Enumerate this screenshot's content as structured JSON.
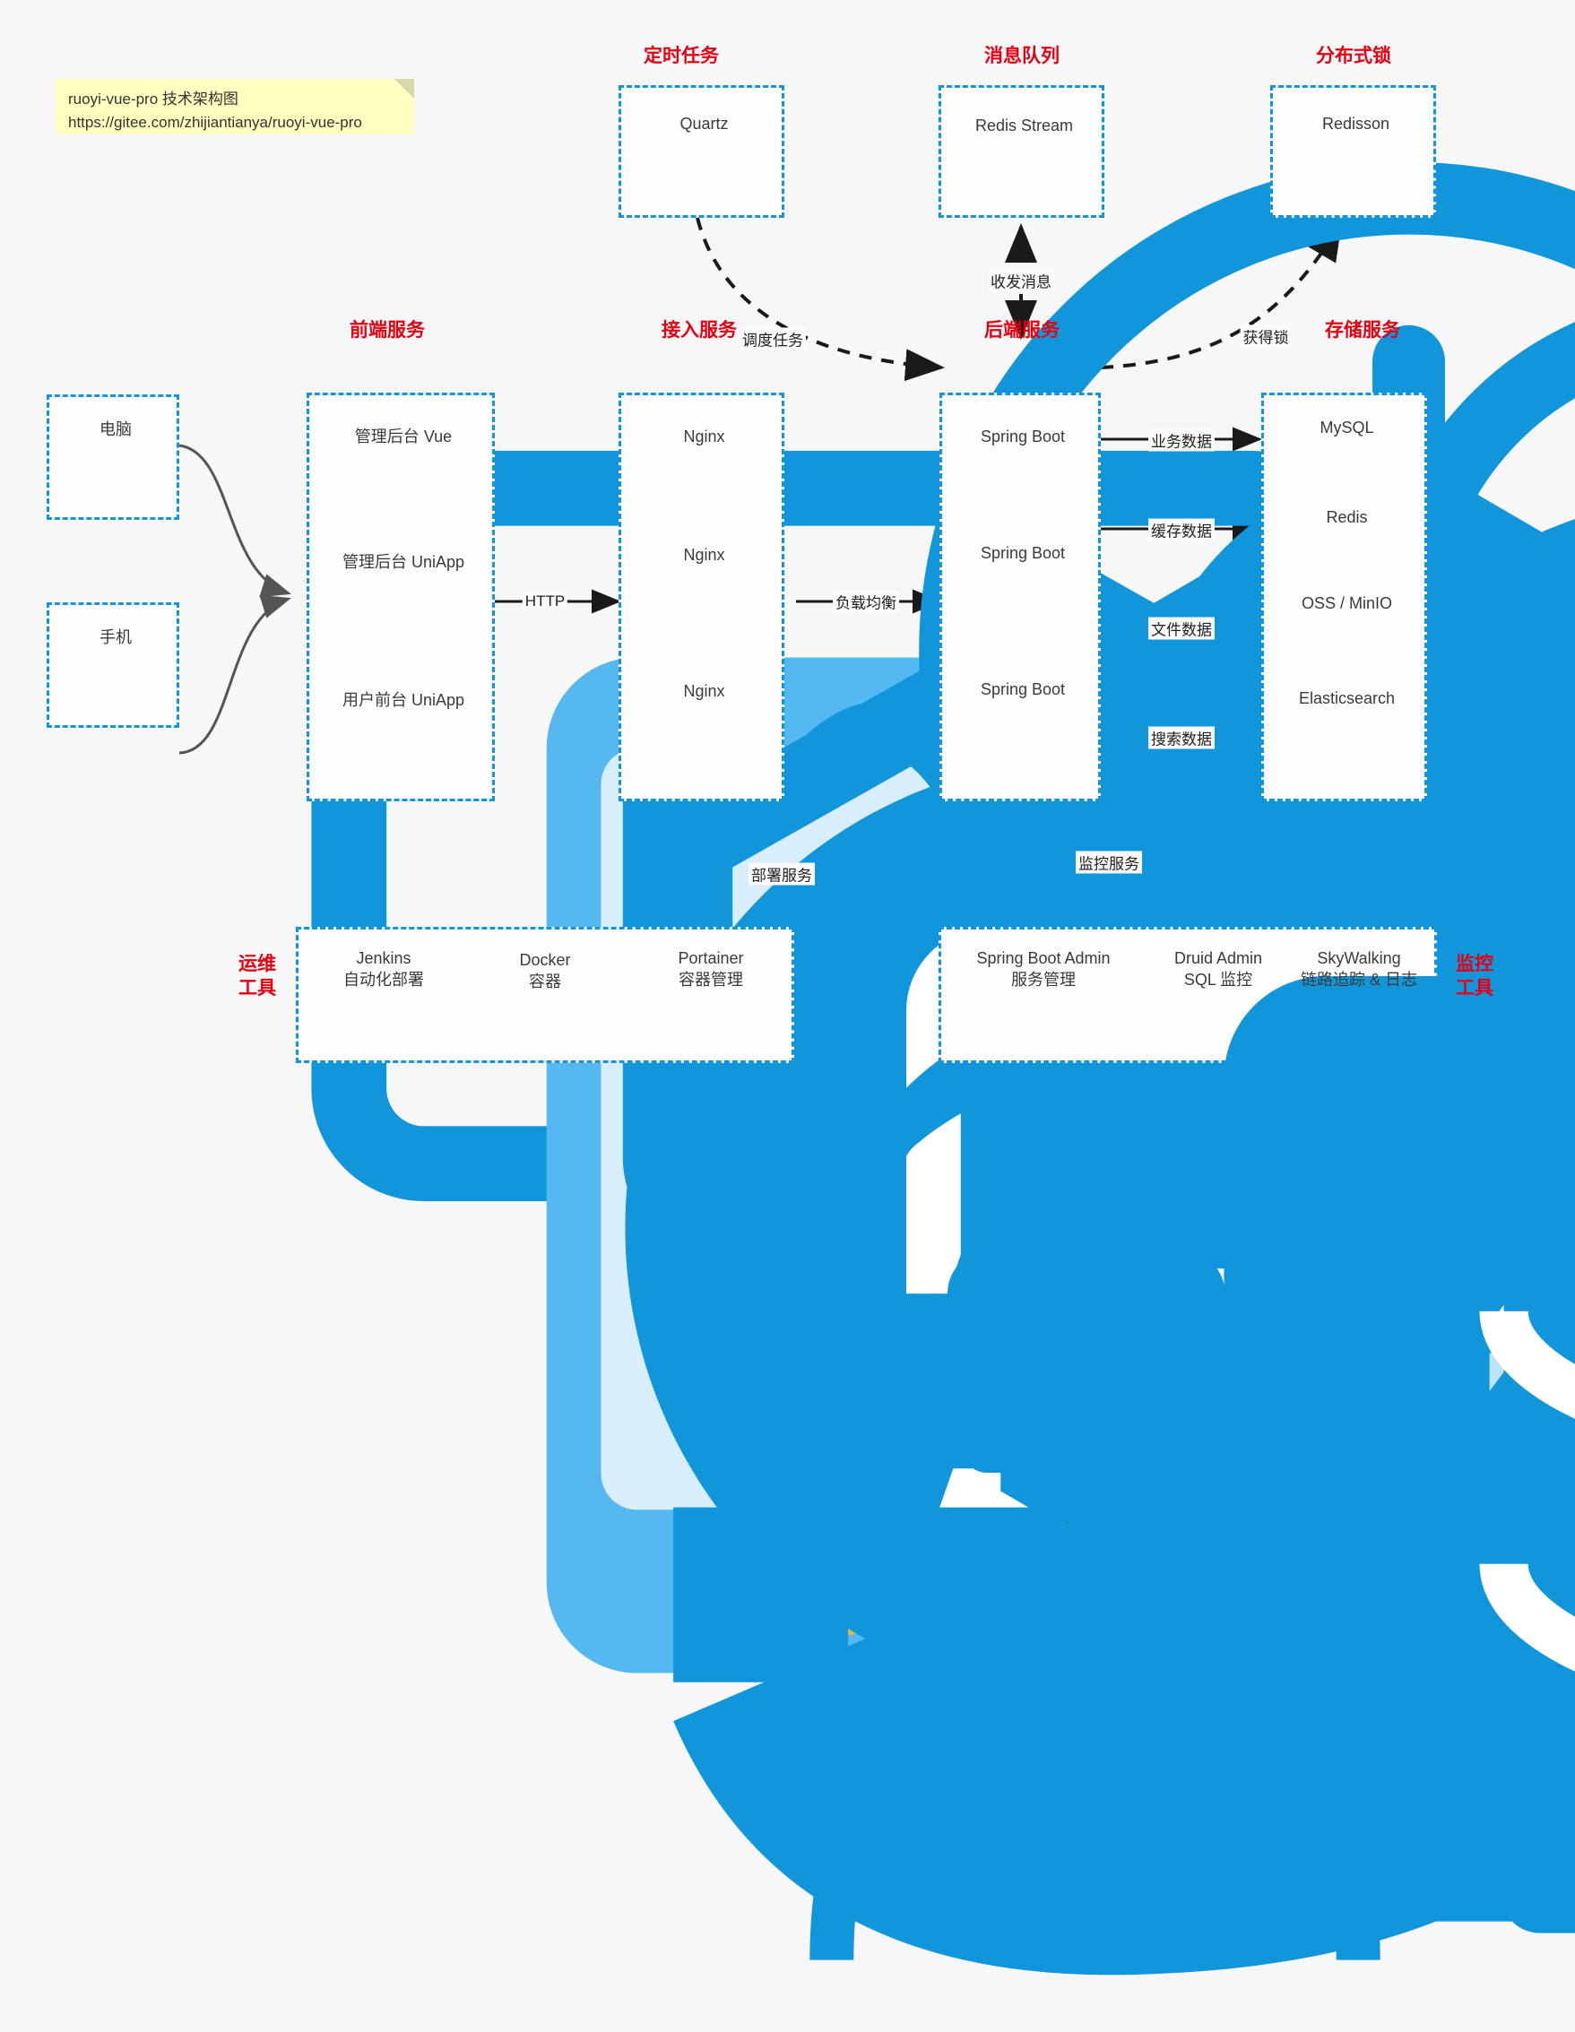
{
  "note": {
    "line1": "ruoyi-vue-pro 技术架构图",
    "line2": "https://gitee.com/zhijiantianya/ruoyi-vue-pro"
  },
  "colors": {
    "accent": "#1296db",
    "group_title": "#e60012",
    "edge": "#4d4d4d",
    "edge_dark": "#1a1a1a",
    "note_bg": "#ffffc0",
    "canvas_bg": "#f7f7f7"
  },
  "groups": [
    {
      "id": "scheduled-task",
      "title": "定时任务"
    },
    {
      "id": "message-queue",
      "title": "消息队列"
    },
    {
      "id": "distributed-lock",
      "title": "分布式锁"
    },
    {
      "id": "frontend-service",
      "title": "前端服务"
    },
    {
      "id": "gateway-service",
      "title": "接入服务"
    },
    {
      "id": "backend-service",
      "title": "后端服务"
    },
    {
      "id": "storage-service",
      "title": "存储服务"
    },
    {
      "id": "devops-tools",
      "title": "运维\n工具"
    },
    {
      "id": "monitor-tools",
      "title": "监控\n工具"
    }
  ],
  "clients": [
    {
      "id": "pc",
      "label": "电脑",
      "icon": "monitor-icon"
    },
    {
      "id": "mobile",
      "label": "手机",
      "icon": "smartphone-icon"
    }
  ],
  "scheduled_task": {
    "title": "定时任务",
    "nodes": [
      {
        "id": "quartz",
        "label": "Quartz",
        "icon": "clock-icon"
      }
    ]
  },
  "message_queue": {
    "title": "消息队列",
    "nodes": [
      {
        "id": "redis-stream",
        "label": "Redis Stream",
        "icon": "cloud-stream-icon"
      }
    ]
  },
  "distributed_lock": {
    "title": "分布式锁",
    "nodes": [
      {
        "id": "redisson",
        "label": "Redisson",
        "icon": "lock-icon"
      }
    ]
  },
  "frontend_service": {
    "title": "前端服务",
    "nodes": [
      {
        "id": "admin-vue",
        "label": "管理后台 Vue",
        "icon": "dashboard-gear-icon"
      },
      {
        "id": "admin-uniapp",
        "label": "管理后台 UniApp",
        "icon": "cube-icon"
      },
      {
        "id": "user-uniapp",
        "label": "用户前台 UniApp",
        "icon": "mobile-app-icon"
      }
    ]
  },
  "gateway_service": {
    "title": "接入服务",
    "nodes": [
      {
        "id": "nginx-1",
        "label": "Nginx",
        "icon": "nginx-icon"
      },
      {
        "id": "nginx-2",
        "label": "Nginx",
        "icon": "nginx-icon"
      },
      {
        "id": "nginx-3",
        "label": "Nginx",
        "icon": "nginx-icon"
      }
    ]
  },
  "backend_service": {
    "title": "后端服务",
    "nodes": [
      {
        "id": "springboot-1",
        "label": "Spring Boot",
        "icon": "spring-icon"
      },
      {
        "id": "springboot-2",
        "label": "Spring Boot",
        "icon": "spring-icon"
      },
      {
        "id": "springboot-3",
        "label": "Spring Boot",
        "icon": "spring-icon"
      }
    ]
  },
  "storage_service": {
    "title": "存储服务",
    "nodes": [
      {
        "id": "mysql",
        "label": "MySQL",
        "icon": "mysql-icon"
      },
      {
        "id": "redis",
        "label": "Redis",
        "icon": "redis-icon"
      },
      {
        "id": "oss-minio",
        "label": "OSS / MinIO",
        "icon": "redis-icon"
      },
      {
        "id": "elasticsearch",
        "label": "Elasticsearch",
        "icon": "elasticsearch-icon"
      }
    ]
  },
  "devops_tools": {
    "title_l1": "运维",
    "title_l2": "工具",
    "nodes": [
      {
        "id": "jenkins",
        "label": "Jenkins",
        "sublabel": "自动化部署",
        "icon": "jenkins-icon"
      },
      {
        "id": "docker",
        "label": "Docker",
        "sublabel": "容器",
        "icon": "docker-icon"
      },
      {
        "id": "portainer",
        "label": "Portainer",
        "sublabel": "容器管理",
        "icon": "scales-icon"
      }
    ]
  },
  "monitor_tools": {
    "title_l1": "监控",
    "title_l2": "工具",
    "nodes": [
      {
        "id": "spring-boot-admin",
        "label": "Spring Boot Admin",
        "sublabel": "服务管理",
        "icon": "chart-monitor-icon"
      },
      {
        "id": "druid-admin",
        "label": "Druid Admin",
        "sublabel": "SQL 监控",
        "icon": "database-icon"
      },
      {
        "id": "skywalking",
        "label": "SkyWalking",
        "sublabel": "链路追踪 & 日志",
        "icon": "skywalking-icon"
      }
    ]
  },
  "edges": [
    {
      "id": "http",
      "label": "HTTP",
      "from": "frontend-service",
      "to": "gateway-service",
      "style": "solid"
    },
    {
      "id": "load-balance",
      "label": "负载均衡",
      "from": "gateway-service",
      "to": "backend-service",
      "style": "solid"
    },
    {
      "id": "schedule-task",
      "label": "调度任务",
      "from": "quartz",
      "to": "backend-service",
      "style": "dashed"
    },
    {
      "id": "send-recv-msg",
      "label": "收发消息",
      "from": "redis-stream",
      "to": "backend-service",
      "style": "dashed",
      "bidirectional": true
    },
    {
      "id": "acquire-lock",
      "label": "获得锁",
      "from": "backend-service",
      "to": "redisson",
      "style": "dashed"
    },
    {
      "id": "business-data",
      "label": "业务数据",
      "from": "backend-service",
      "to": "mysql",
      "style": "solid"
    },
    {
      "id": "cache-data",
      "label": "缓存数据",
      "from": "backend-service",
      "to": "redis",
      "style": "solid"
    },
    {
      "id": "file-data",
      "label": "文件数据",
      "from": "backend-service",
      "to": "oss-minio",
      "style": "solid"
    },
    {
      "id": "search-data",
      "label": "搜索数据",
      "from": "backend-service",
      "to": "elasticsearch",
      "style": "solid"
    },
    {
      "id": "deploy-service",
      "label": "部署服务",
      "from": "devops-tools",
      "to": "backend-service",
      "style": "dashed"
    },
    {
      "id": "monitor-service",
      "label": "监控服务",
      "from": "monitor-tools",
      "to": "backend-service",
      "style": "dashed"
    }
  ]
}
